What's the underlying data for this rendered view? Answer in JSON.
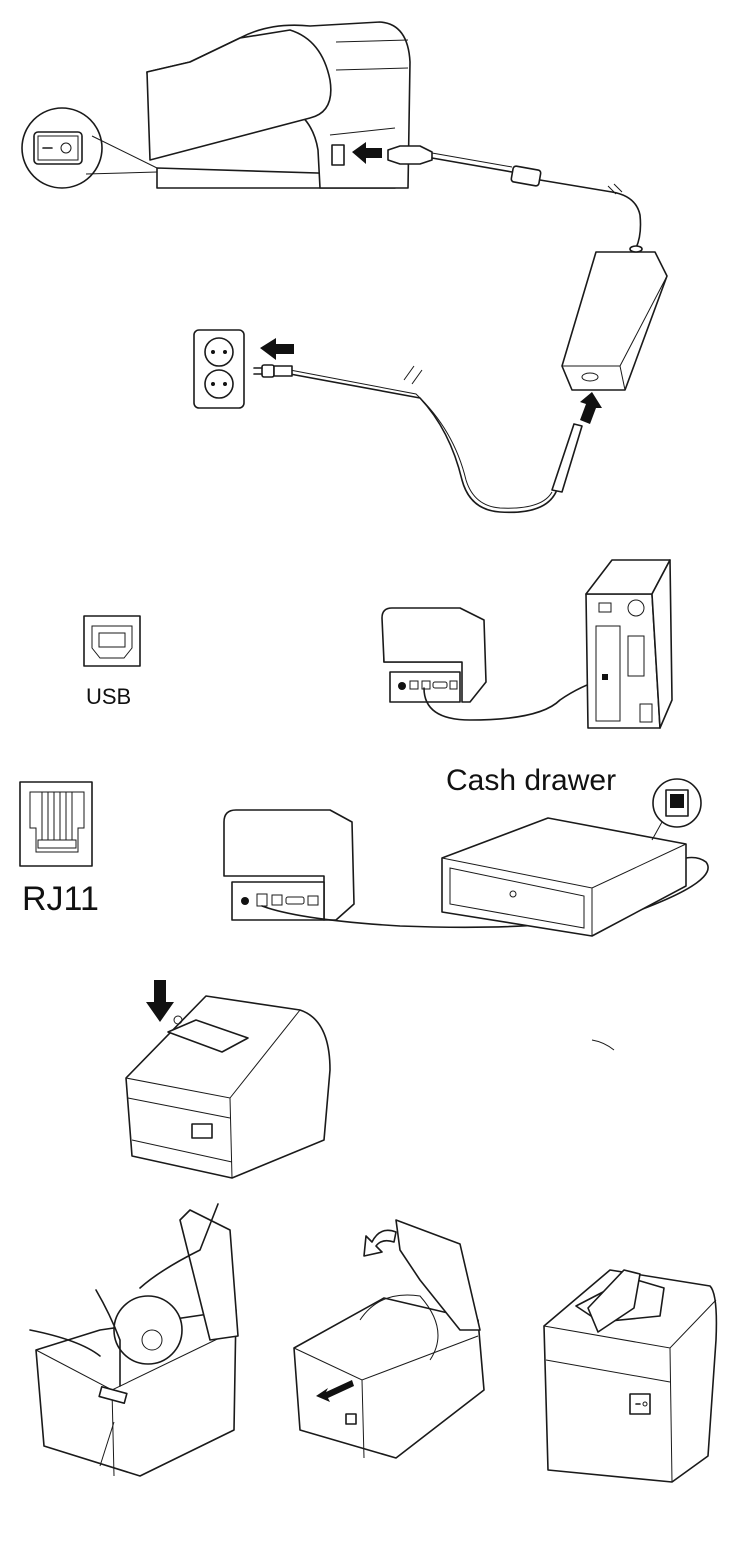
{
  "document": {
    "kind": "thermal receipt printer installation guide (illustrations)",
    "steps": [
      {
        "id": "power",
        "description": "Connect power adapter to printer and plug into wall outlet; power switch detail"
      },
      {
        "id": "usb",
        "description": "Connect printer to computer via USB"
      },
      {
        "id": "cash-drawer",
        "description": "Connect cash drawer via RJ11"
      },
      {
        "id": "open-cover",
        "description": "Press button to open paper cover"
      },
      {
        "id": "load-paper",
        "description": "Insert paper roll, pull paper out, close cover"
      }
    ]
  },
  "labels": {
    "usb": "USB",
    "rj11": "RJ11",
    "cash_drawer": "Cash drawer"
  },
  "icons": {
    "power_switch": "power-switch-icon",
    "wall_outlet": "wall-outlet-icon",
    "usb_port": "usb-b-port-icon",
    "rj11_port": "rj11-port-icon",
    "arrow": "black-arrow-icon"
  },
  "colors": {
    "line": "#1a1a1a",
    "background": "#ffffff"
  }
}
